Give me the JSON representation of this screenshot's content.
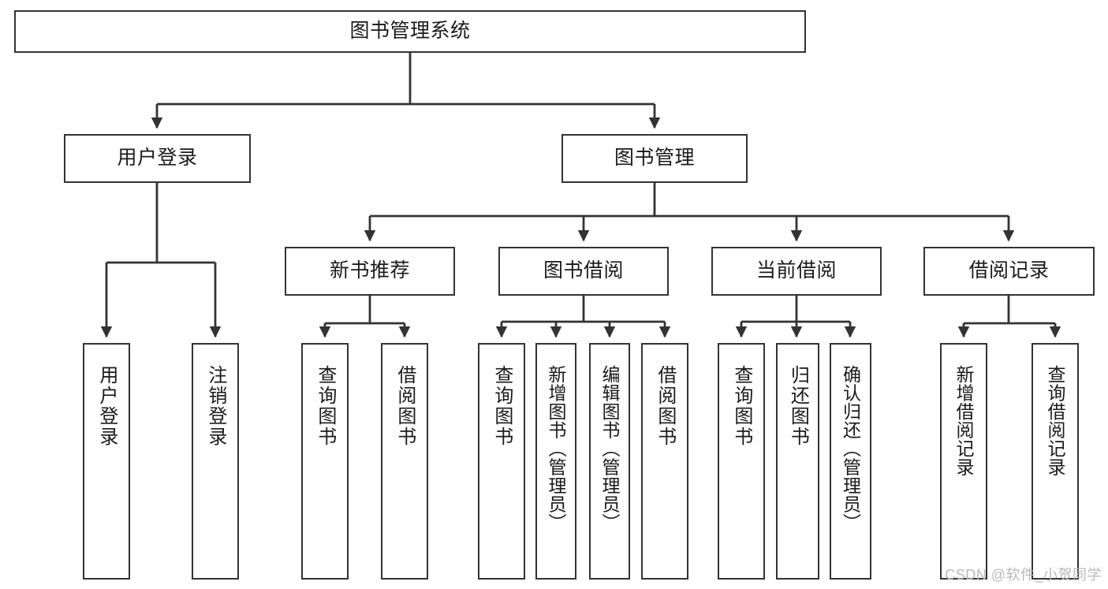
{
  "diagram": {
    "title": "图书管理系统",
    "type": "functional-structure-tree",
    "stroke_color": "#333333",
    "fill_color": "#ffffff",
    "text_color": "#1a1a1a"
  },
  "watermark": {
    "text": "CSDN @软件_小贺同学",
    "color": "#b9b9b9"
  },
  "nodes": {
    "root": {
      "label": "图书管理系统",
      "level": 1
    },
    "level2": [
      {
        "id": "user-login",
        "label": "用户登录"
      },
      {
        "id": "book-management",
        "label": "图书管理"
      }
    ],
    "level3": [
      {
        "id": "new-book-recommend",
        "label": "新书推荐"
      },
      {
        "id": "book-borrow",
        "label": "图书借阅"
      },
      {
        "id": "current-borrow",
        "label": "当前借阅"
      },
      {
        "id": "borrow-record",
        "label": "借阅记录"
      }
    ],
    "leaves": {
      "user-login": [
        {
          "id": "leaf-user-login",
          "label": "用户登录"
        },
        {
          "id": "leaf-user-logout",
          "label": "注销登录"
        }
      ],
      "new-book-recommend": [
        {
          "id": "leaf-query-book-1",
          "label": "查询图书"
        },
        {
          "id": "leaf-borrow-book-1",
          "label": "借阅图书"
        }
      ],
      "book-borrow": [
        {
          "id": "leaf-query-book-2",
          "label": "查询图书"
        },
        {
          "id": "leaf-add-book",
          "label": "新增图书（管理员）"
        },
        {
          "id": "leaf-edit-book",
          "label": "编辑图书（管理员）"
        },
        {
          "id": "leaf-borrow-book-2",
          "label": "借阅图书"
        }
      ],
      "current-borrow": [
        {
          "id": "leaf-query-book-3",
          "label": "查询图书"
        },
        {
          "id": "leaf-return-book",
          "label": "归还图书"
        },
        {
          "id": "leaf-confirm-return",
          "label": "确认归还（管理员）"
        }
      ],
      "borrow-record": [
        {
          "id": "leaf-add-record",
          "label": "新增借阅记录"
        },
        {
          "id": "leaf-query-record",
          "label": "查询借阅记录"
        }
      ]
    }
  }
}
